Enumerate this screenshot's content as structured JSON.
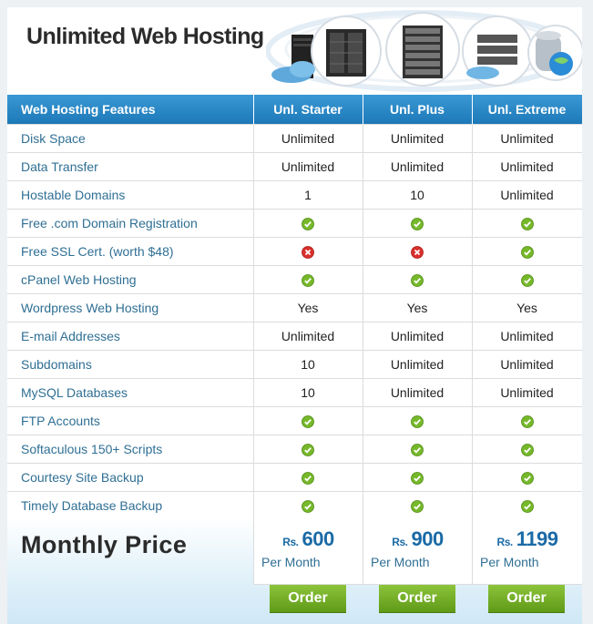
{
  "header": {
    "title": "Unlimited Web Hosting"
  },
  "table": {
    "columns": [
      "Web Hosting Features",
      "Unl. Starter",
      "Unl. Plus",
      "Unl. Extreme"
    ],
    "rows": [
      {
        "feature": "Disk Space",
        "values": [
          "Unlimited",
          "Unlimited",
          "Unlimited"
        ]
      },
      {
        "feature": "Data Transfer",
        "values": [
          "Unlimited",
          "Unlimited",
          "Unlimited"
        ]
      },
      {
        "feature": "Hostable Domains",
        "values": [
          "1",
          "10",
          "Unlimited"
        ]
      },
      {
        "feature": "Free .com Domain Registration",
        "values": [
          "check",
          "check",
          "check"
        ]
      },
      {
        "feature": "Free SSL Cert. (worth $48)",
        "values": [
          "cross",
          "cross",
          "check"
        ]
      },
      {
        "feature": "cPanel Web Hosting",
        "values": [
          "check",
          "check",
          "check"
        ]
      },
      {
        "feature": "Wordpress Web Hosting",
        "values": [
          "Yes",
          "Yes",
          "Yes"
        ]
      },
      {
        "feature": "E-mail Addresses",
        "values": [
          "Unlimited",
          "Unlimited",
          "Unlimited"
        ]
      },
      {
        "feature": "Subdomains",
        "values": [
          "10",
          "Unlimited",
          "Unlimited"
        ]
      },
      {
        "feature": "MySQL Databases",
        "values": [
          "10",
          "Unlimited",
          "Unlimited"
        ]
      },
      {
        "feature": "FTP Accounts",
        "values": [
          "check",
          "check",
          "check"
        ]
      },
      {
        "feature": "Softaculous 150+ Scripts",
        "values": [
          "check",
          "check",
          "check"
        ]
      },
      {
        "feature": "Courtesy Site Backup",
        "values": [
          "check",
          "check",
          "check"
        ]
      },
      {
        "feature": "Timely Database Backup",
        "values": [
          "check",
          "check",
          "check"
        ]
      }
    ]
  },
  "icons": {
    "check": "check-icon",
    "cross": "cross-icon"
  },
  "colors": {
    "header_blue": "#1d79b8",
    "feature_text": "#2f6f94",
    "price_blue": "#1a6aa6",
    "button_green": "#6aa822"
  },
  "pricing": {
    "label": "Monthly Price",
    "currency": "Rs.",
    "period": "Per Month",
    "plans": [
      {
        "price": "600"
      },
      {
        "price": "900"
      },
      {
        "price": "1199"
      }
    ],
    "order_label": "Order"
  }
}
